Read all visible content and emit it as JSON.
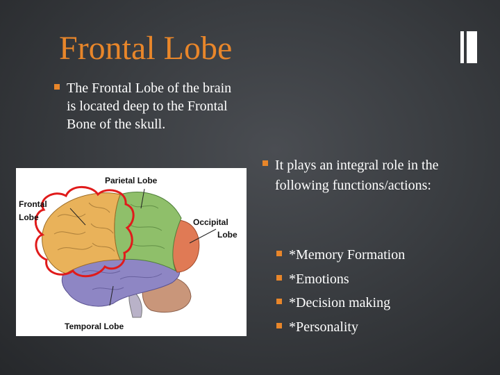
{
  "slide": {
    "title": "Frontal Lobe",
    "left_bullet": "The Frontal Lobe of the brain is located deep to the Frontal Bone of the skull.",
    "right_bullet": "It plays an integral role in the following functions/actions:",
    "functions": [
      "*Memory Formation",
      "*Emotions",
      "*Decision making",
      "*Personality"
    ]
  },
  "diagram": {
    "parietal": "Parietal Lobe",
    "frontal_line1": "Frontal",
    "frontal_line2": "Lobe",
    "occipital_line1": "Occipital",
    "occipital_line2": "Lobe",
    "temporal": "Temporal Lobe"
  },
  "colors": {
    "title": "#e8862a",
    "bullet": "#e8862a",
    "frontal": "#e9b25a",
    "parietal": "#8fbf6a",
    "occipital": "#e07a55",
    "temporal": "#8e86c4",
    "cerebellum": "#c9967a",
    "highlight": "#e01b1b"
  }
}
